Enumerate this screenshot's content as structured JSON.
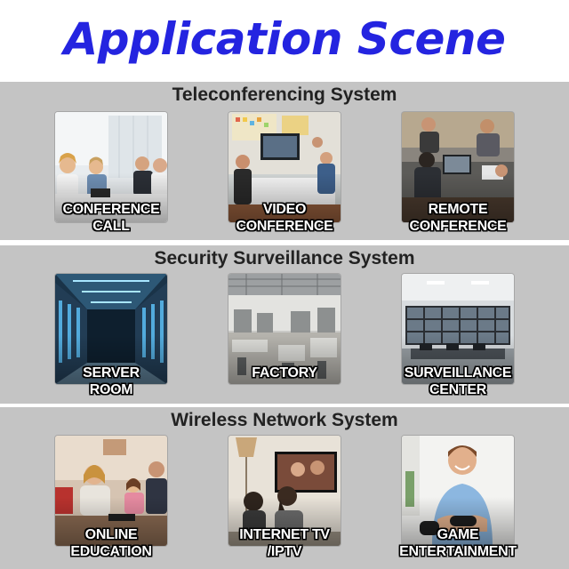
{
  "title": "Application Scene",
  "sections": [
    {
      "heading": "Teleconferencing System",
      "cards": [
        {
          "line1": "CONFERENCE",
          "line2": "CALL",
          "image": "office-meeting-photo"
        },
        {
          "line1": "VIDEO",
          "line2": "CONFERENCE",
          "image": "video-meeting-room-photo"
        },
        {
          "line1": "REMOTE",
          "line2": "CONFERENCE",
          "image": "laptop-workers-photo"
        }
      ]
    },
    {
      "heading": "Security Surveillance System",
      "cards": [
        {
          "line1": "SERVER",
          "line2": "ROOM",
          "image": "server-racks-photo"
        },
        {
          "line1": "FACTORY",
          "line2": "",
          "image": "factory-floor-photo"
        },
        {
          "line1": "SURVEILLANCE",
          "line2": "CENTER",
          "image": "monitor-wall-photo"
        }
      ]
    },
    {
      "heading": "Wireless Network System",
      "cards": [
        {
          "line1": "ONLINE",
          "line2": "EDUCATION",
          "image": "family-tablet-photo"
        },
        {
          "line1": "INTERNET TV",
          "line2": "/IPTV",
          "image": "couple-watching-tv-photo"
        },
        {
          "line1": "GAME",
          "line2": "ENTERTAINMENT",
          "image": "man-gaming-photo"
        }
      ]
    }
  ],
  "colors": {
    "title": "#2424e0",
    "section_bg": "#c4c4c4"
  }
}
